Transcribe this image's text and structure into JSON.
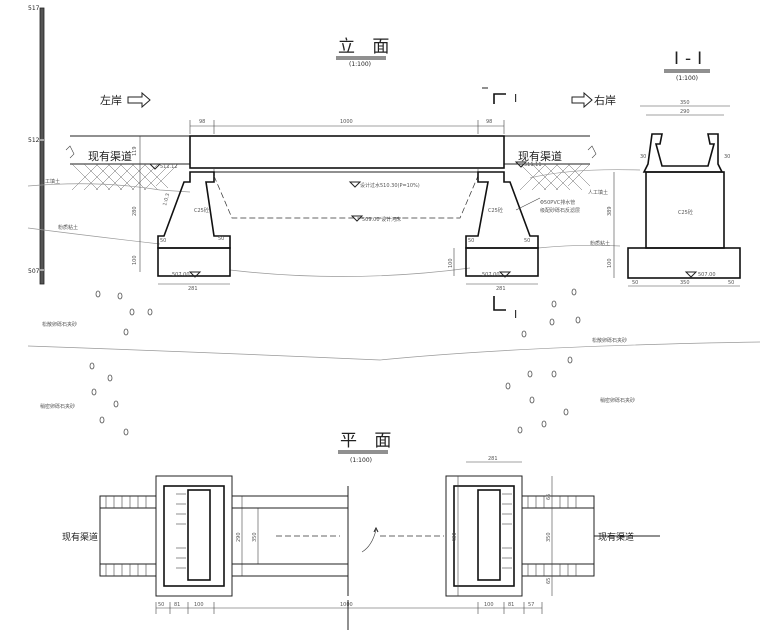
{
  "elevation": {
    "title": "立 面",
    "scale": "(1:100)",
    "left_bank": "左岸",
    "right_bank": "右岸",
    "canal_left": "现有渠道",
    "canal_right": "现有渠道",
    "section_mark": "I",
    "dims_top": [
      "98",
      "1000",
      "98"
    ],
    "dim_119": "119",
    "dim_280": "280",
    "dim_100": "100",
    "dim_50": "50",
    "dim_281": "281",
    "dim_50b": "50",
    "elev_top_left": "511.12",
    "elev_top_right": "511.11",
    "elev_bottom_left": "507.00",
    "elev_bottom_right": "507.00",
    "slope": "1:0.3",
    "concrete_left": "C25砼",
    "concrete_right": "C25砼",
    "design_water": "设计过水510.30(P=10%)",
    "design_bed": "509.00 设计河床",
    "drain_note_1": "Φ50PVC排水管",
    "drain_note_2": "级配砂砾石反滤层",
    "soil_fill": "人工填土",
    "soil_silt": "粉质粘土",
    "soil_gravel_1": "松散卵砾石夹砂",
    "soil_gravel_2": "稍密卵砾石夹砂",
    "soil_silt_r": "粉质粘土",
    "soil_fill_r": "人工填土",
    "soil_gravel_r1": "松散卵砾石夹砂",
    "soil_gravel_r2": "稍密卵砾石夹砂",
    "scale_marks": [
      "517",
      "512",
      "507"
    ]
  },
  "section": {
    "title": "I-I",
    "scale": "(1:100)",
    "dim_350": "350",
    "dim_290": "290",
    "dim_30l": "30",
    "dim_30r": "30",
    "dim_389": "389",
    "dim_100": "100",
    "concrete": "C25砼",
    "elev": "507.00",
    "bottom_dims": [
      "50",
      "350",
      "50"
    ]
  },
  "plan": {
    "title": "平 面",
    "scale": "(1:100)",
    "canal_left": "现有渠道",
    "canal_right": "现有渠道",
    "dim_281": "281",
    "dim_350": "350",
    "dim_290": "290",
    "dim_480": "480",
    "dim_350r": "350",
    "dim_65": "65",
    "dim_65b": "65",
    "bottom_left": [
      "50",
      "81",
      "100"
    ],
    "bottom_mid": "1000",
    "bottom_right": [
      "100",
      "81",
      "57"
    ]
  }
}
